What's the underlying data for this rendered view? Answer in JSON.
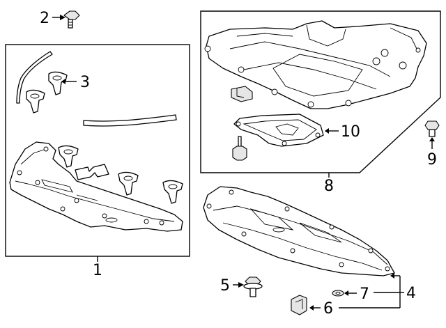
{
  "diagram": {
    "callouts": [
      {
        "id": "c1",
        "label": "1"
      },
      {
        "id": "c2",
        "label": "2"
      },
      {
        "id": "c3",
        "label": "3"
      },
      {
        "id": "c4",
        "label": "4"
      },
      {
        "id": "c5",
        "label": "5"
      },
      {
        "id": "c6",
        "label": "6"
      },
      {
        "id": "c7",
        "label": "7"
      },
      {
        "id": "c8",
        "label": "8"
      },
      {
        "id": "c9",
        "label": "9"
      },
      {
        "id": "c10",
        "label": "10"
      }
    ],
    "colors": {
      "line": "#000000",
      "fill": "#ffffff",
      "shade": "#e6e6e6"
    }
  }
}
